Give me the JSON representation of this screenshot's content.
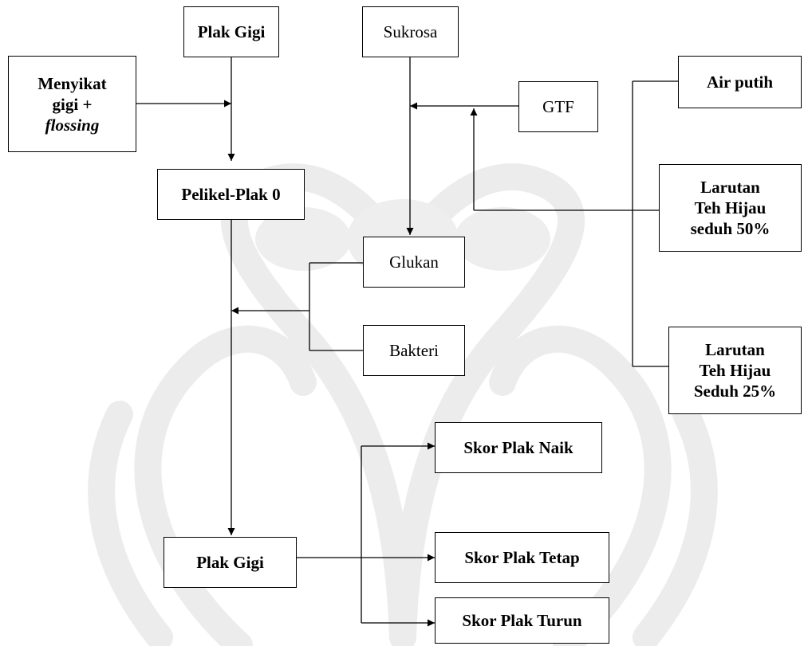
{
  "boxes": {
    "plak_gigi_top": "Plak Gigi",
    "sukrosa": "Sukrosa",
    "menyikat_line1": "Menyikat",
    "menyikat_line2": "gigi +",
    "menyikat_line3": "flossing",
    "gtf": "GTF",
    "air_putih": "Air putih",
    "pelikel_plak": "Pelikel-Plak 0",
    "larutan50_line1": "Larutan",
    "larutan50_line2": "Teh Hijau",
    "larutan50_line3": "seduh 50%",
    "glukan": "Glukan",
    "bakteri": "Bakteri",
    "larutan25_line1": "Larutan",
    "larutan25_line2": "Teh Hijau",
    "larutan25_line3": "Seduh 25%",
    "skor_naik": "Skor Plak Naik",
    "plak_gigi_bottom": "Plak Gigi",
    "skor_tetap": "Skor Plak Tetap",
    "skor_turun": "Skor Plak Turun"
  }
}
